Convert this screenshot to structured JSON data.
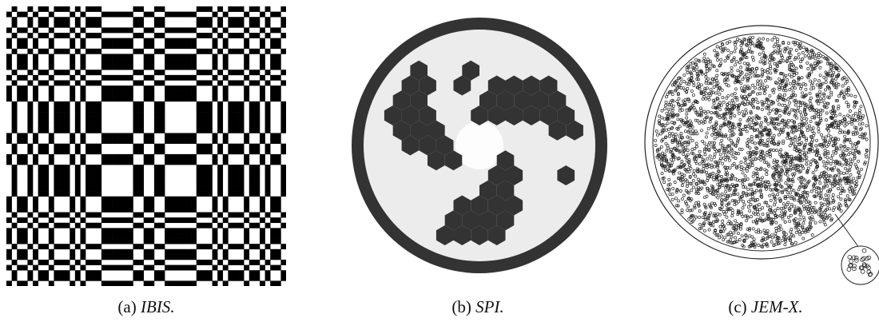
{
  "panels": [
    {
      "id": "ibis",
      "label": "(a)",
      "name": "IBIS",
      "end": "."
    },
    {
      "id": "spi",
      "label": "(b)",
      "name": "SPI",
      "end": "."
    },
    {
      "id": "jemx",
      "label": "(c)",
      "name": "JEM-X",
      "end": "."
    }
  ],
  "colors": {
    "ink": "#000000",
    "spi_gray": "#333333",
    "spi_fill": "#ececec",
    "background": "#ffffff"
  }
}
